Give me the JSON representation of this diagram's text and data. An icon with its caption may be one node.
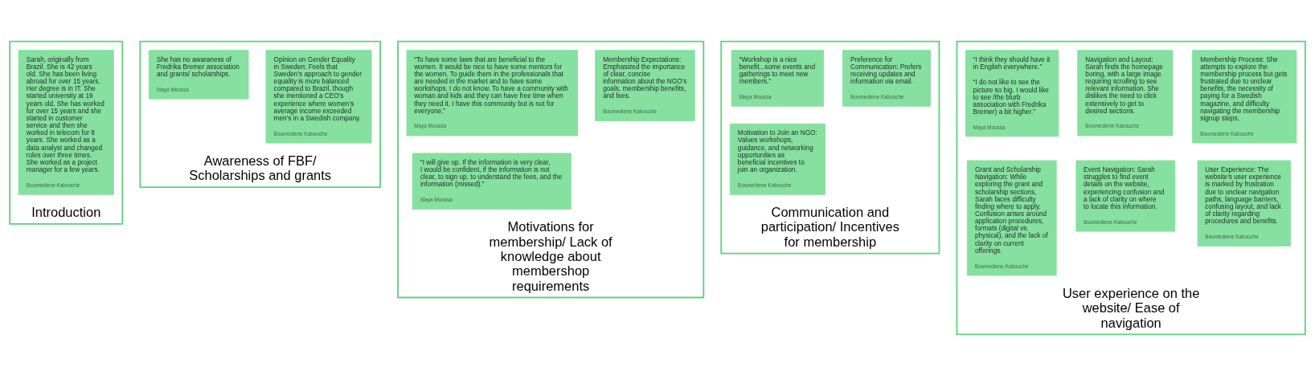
{
  "diagram": {
    "nodes": [
      {
        "text": [
          "Introduction"
        ]
      },
      {
        "text": [
          "Sarah, originally from Brazil. She is 42 years old. She has been living abroad for over 15 years. Her degree is in IT. She started university at 19 years old. She has worked for over 15 years and she started in customer service and then she worked in telecom for 8 years. She worked as a data analyst and changed roles over three times. She worked as a project manager for a few years.",
          "Boumediene Kabouche"
        ],
        "in": 0
      },
      {
        "text": [
          "Awareness of FBF/ Scholarships and grants"
        ]
      },
      {
        "text": [
          "She has no awaraness of Fredrika Bremer association and grants/ scholarships.",
          "Maya Moussa"
        ],
        "in": 2
      },
      {
        "text": [
          "Opinion on Gender Equality in Sweden: Feels that Sweden’s approach to gender equality is more balanced compared to Brazil, though she mentioned a CEO’s experience where women’s average income exceeded men’s in a Swedish company.",
          "Boumediene Kabouche"
        ],
        "in": 2
      },
      {
        "text": [
          "Motivations for membership/ Lack of knowledge about membershop requirements"
        ]
      },
      {
        "text": [
          "“To have some laws that are beneficial to the women. It would be nice to have some mentors for the women. To guide them in the professionals that are needed in the market and to have some workshops. I do not know. To have a community with woman and kids and they can have free time when they need it. I have this community but is not for everyone.”",
          "Maya Moussa"
        ],
        "in": 5
      },
      {
        "text": [
          "Membership Expectations: Emphasized the importance of clear, concise information about the NGO’s goals, membership benefits, and fees.",
          "Boumediene Kabouche"
        ],
        "in": 5
      },
      {
        "text": [
          "“I will give up. If the information is very clear, I would be confident, if the information is not clear, to sign up, to understand the fees, and the information (missed).”",
          "Maya Moussa"
        ],
        "in": 5
      },
      {
        "text": [
          "Communication and participation/ Incentives for membership"
        ]
      },
      {
        "text": [
          "“Workshop is a nice benefit...some events and gatherings to meet new members.”",
          "Maya Moussa"
        ],
        "in": 9
      },
      {
        "text": [
          "Preference for Communication: Prefers receiving updates and information via email.",
          "Boumediene Kabouche"
        ],
        "in": 9
      },
      {
        "text": [
          "Motivation to Join an NGO: Values workshops, guidance, and networking opportunities as beneficial incentives to join an organization.",
          "Boumediene Kabouche"
        ],
        "in": 9
      },
      {
        "text": [
          "User experience on the website/ Ease of navigation"
        ]
      },
      {
        "text": [
          "“I think they should have it in English everywhere.”",
          "“I do not like to see the picture so big. I would like to see /the blurb association with Fredrika Bremer) a bit higher.”",
          "Maya Moussa"
        ],
        "in": 13
      },
      {
        "text": [
          "Navigation and Layout: Sarah finds the homepage boring, with a large image requiring scrolling to see relevant information. She dislikes the need to click extensively to get to desired sections.",
          "Boumediene Kabouche"
        ],
        "in": 13
      },
      {
        "text": [
          "Membership Process: She attempts to explore the membership process but gets frustrated due to unclear benefits, the necessity of paying for a Swedish magazine, and difficulty navigating the membership signup steps.",
          "Boumediene Kabouche"
        ],
        "in": 13
      },
      {
        "text": [
          "Grant and Scholarship Navigation: While exploring the grant and scholarship sections, Sarah faces difficulty finding where to apply. Confusion arises around application procedures, formats (digital vs. physical), and the lack of clarity on current offerings.",
          "Boumediene Kabouche"
        ],
        "in": 13
      },
      {
        "text": [
          "Event Navigation: Sarah struggles to find event details on the website, experiencing confusion and a lack of clarity on where to locate this information.",
          "Boumediene Kabouche"
        ],
        "in": 13
      },
      {
        "text": [
          "User Experience: The website’s user experience is marked by frustration due to unclear navigation paths, language barriers, confusing layout, and lack of clarity regarding procedures and benefits.",
          "Boumediene Kabouche"
        ],
        "in": 13
      }
    ]
  }
}
